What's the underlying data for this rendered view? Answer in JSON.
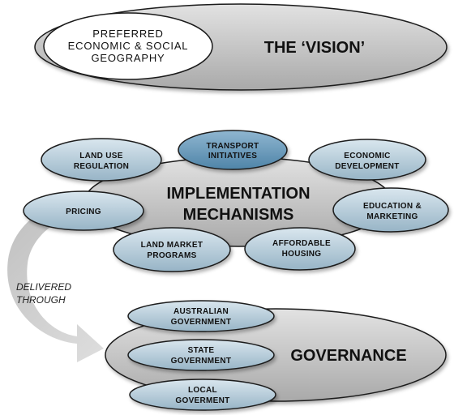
{
  "vision": {
    "title": "THE ‘VISION’",
    "inner_lines": [
      "PREFERRED",
      "ECONOMIC & SOCIAL",
      "GEOGRAPHY"
    ]
  },
  "implementation": {
    "title_lines": [
      "IMPLEMENTATION",
      "MECHANISMS"
    ],
    "nodes": [
      {
        "id": "transport",
        "lines": [
          "TRANSPORT",
          "INITIATIVES"
        ],
        "highlight": true
      },
      {
        "id": "land-use",
        "lines": [
          "LAND USE",
          "REGULATION"
        ]
      },
      {
        "id": "economic",
        "lines": [
          "ECONOMIC",
          "DEVELOPMENT"
        ]
      },
      {
        "id": "pricing",
        "lines": [
          "PRICING"
        ]
      },
      {
        "id": "education",
        "lines": [
          "EDUCATION &",
          "MARKETING"
        ]
      },
      {
        "id": "land-market",
        "lines": [
          "LAND MARKET",
          "PROGRAMS"
        ]
      },
      {
        "id": "affordable",
        "lines": [
          "AFFORDABLE",
          "HOUSING"
        ]
      }
    ]
  },
  "arrow_label_lines": [
    "DELIVERED",
    "THROUGH"
  ],
  "governance": {
    "title": "GOVERNANCE",
    "levels": [
      {
        "id": "australian",
        "lines": [
          "AUSTRALIAN",
          "GOVERNMENT"
        ]
      },
      {
        "id": "state",
        "lines": [
          "STATE",
          "GOVERNMENT"
        ]
      },
      {
        "id": "local",
        "lines": [
          "LOCAL",
          "GOVERMENT"
        ]
      }
    ]
  },
  "colors": {
    "big_ellipse": "#c8c8c8",
    "node_fill": "#b5cbd8",
    "node_highlight": "#6e9cbb",
    "outline": "#1a1a1a",
    "arrow": "#cfcfcf"
  }
}
